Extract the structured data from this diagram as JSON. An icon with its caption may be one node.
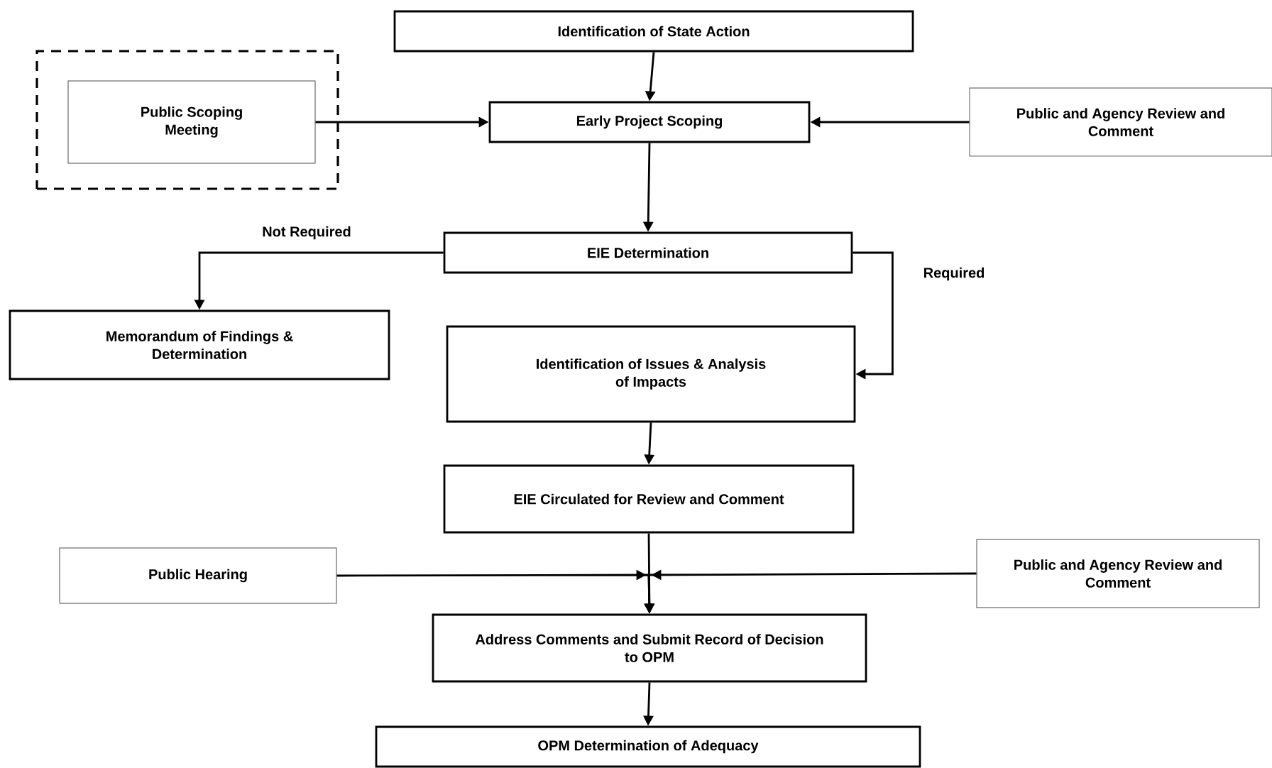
{
  "diagram": {
    "nodes": [
      {
        "text": [
          "Identification of State Action"
        ]
      },
      {
        "text": [],
        "shape": "box"
      },
      {
        "text": [
          "Public Scoping Meeting"
        ],
        "in": 1
      },
      {
        "text": [
          "Early Project Scoping"
        ]
      },
      {
        "text": [
          "Public and Agency Review and Comment"
        ]
      },
      {
        "text": [
          "EIE Determination"
        ]
      },
      {
        "text": [
          "Memorandum of Findings & Determination"
        ]
      },
      {
        "text": [
          "Identification of Issues & Analysis of Impacts"
        ]
      },
      {
        "text": [
          "EIE Circulated for Review and Comment"
        ]
      },
      {
        "text": [
          "Public Hearing"
        ]
      },
      {
        "text": [
          "Public and Agency Review and Comment"
        ]
      },
      {
        "text": [
          "Address Comments and Submit Record of Decision to OPM"
        ]
      },
      {
        "text": [
          "OPM Determination of Adequacy"
        ]
      }
    ],
    "edges": [
      {
        "from": 0,
        "to": 3,
        "arrow": "to"
      },
      {
        "from": 2,
        "to": 3,
        "arrow": "to"
      },
      {
        "from": 4,
        "to": 3,
        "arrow": "to"
      },
      {
        "from": 3,
        "to": 5,
        "arrow": "to"
      },
      {
        "from": 5,
        "to": 6,
        "arrow": "to",
        "label": "Not Required"
      },
      {
        "from": 5,
        "to": 7,
        "arrow": "to",
        "label": "Required"
      },
      {
        "from": 7,
        "to": 8,
        "arrow": "to"
      },
      {
        "from": 8,
        "to": 11,
        "arrow": "to"
      },
      {
        "from": 9,
        "to": 11,
        "arrow": "to"
      },
      {
        "from": 10,
        "to": 11,
        "arrow": "to"
      },
      {
        "from": 11,
        "to": 12,
        "arrow": "to"
      }
    ]
  }
}
